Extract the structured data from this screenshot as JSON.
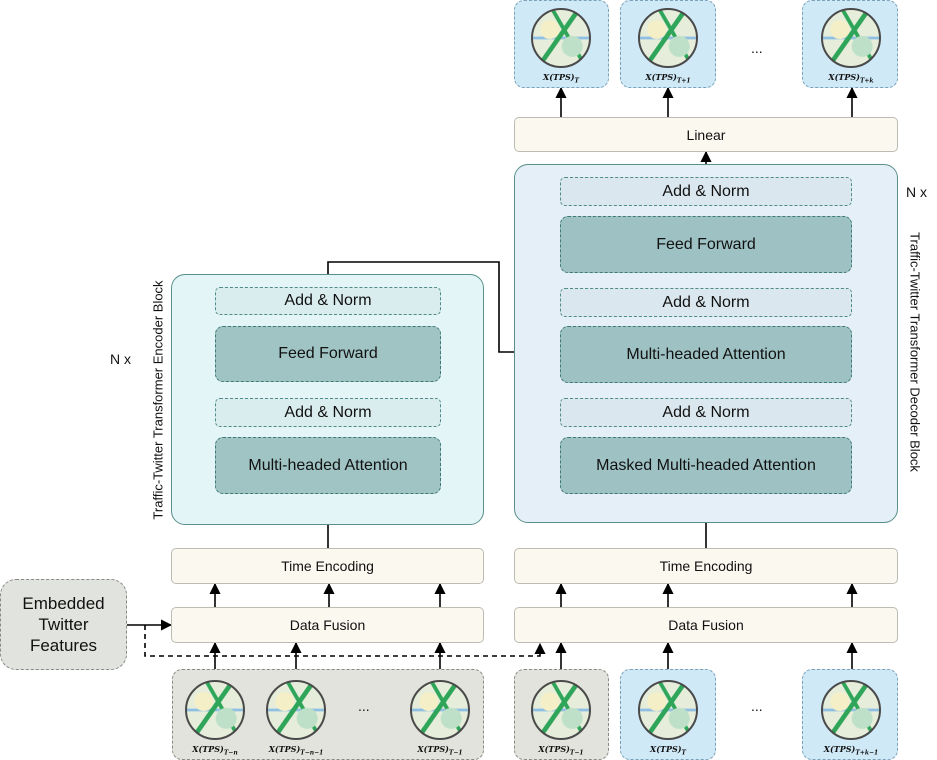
{
  "encoder": {
    "repeat_label": "N x",
    "block_title": "Traffic-Twitter Transformer Encoder Block",
    "add_norm_top": "Add & Norm",
    "feed_forward": "Feed Forward",
    "add_norm_bottom": "Add & Norm",
    "attention": "Multi-headed Attention",
    "time_encoding": "Time Encoding",
    "data_fusion": "Data Fusion",
    "ellipsis": "...",
    "inputs": [
      {
        "base": "X(TPS)",
        "sub": "T−n"
      },
      {
        "base": "X(TPS)",
        "sub": "T−n−1"
      },
      {
        "base": "X(TPS)",
        "sub": "T−1"
      }
    ]
  },
  "decoder": {
    "repeat_label": "N x",
    "block_title": "Traffic-Twitter Transformer Decoder Block",
    "add_norm_top": "Add & Norm",
    "feed_forward": "Feed Forward",
    "add_norm_mid": "Add & Norm",
    "attention": "Multi-headed Attention",
    "add_norm_bottom": "Add & Norm",
    "masked_attention": "Masked Multi-headed Attention",
    "linear": "Linear",
    "time_encoding": "Time Encoding",
    "data_fusion": "Data Fusion",
    "ellipsis": "...",
    "inputs": [
      {
        "base": "X(TPS)",
        "sub": "T−1"
      },
      {
        "base": "X(TPS)",
        "sub": "T"
      },
      {
        "base": "X(TPS)",
        "sub": "T+k−1"
      }
    ],
    "outputs": [
      {
        "base": "X(TPS)",
        "sub": "T"
      },
      {
        "base": "X(TPS)",
        "sub": "T+1"
      },
      {
        "base": "X(TPS)",
        "sub": "T+k"
      }
    ],
    "output_ellipsis": "..."
  },
  "twitter": {
    "line1": "Embedded",
    "line2": "Twitter",
    "line3": "Features"
  },
  "colors": {
    "encoder_block": "#e3f5f7",
    "decoder_block": "#e4eff7",
    "sublayer": "#9fc4c3",
    "add_norm": "#d9ecee",
    "plain_box": "#fbf8f0",
    "blue_tile": "#cfe9f7",
    "grey_tile": "#e3e3dd"
  }
}
